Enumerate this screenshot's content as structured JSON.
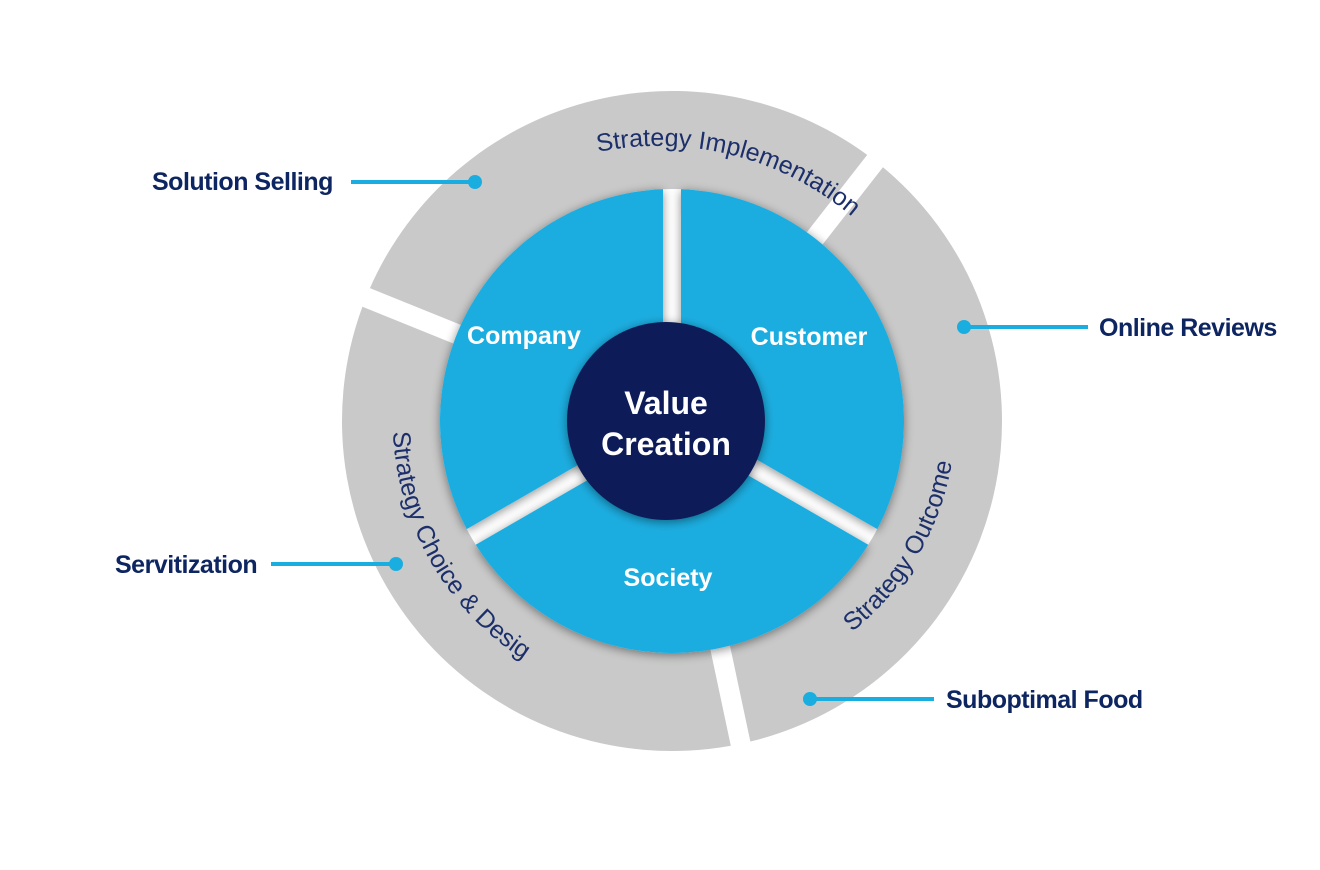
{
  "colors": {
    "outer_ring": "#c8c9c8",
    "segment": "#1aade0",
    "core": "#0b1f58",
    "callout_line": "#1aade0",
    "callout_text": "#0d2560",
    "ring_text": "#1c2f6b"
  },
  "core": {
    "line1": "Value",
    "line2": "Creation"
  },
  "segments": [
    {
      "label": "Company"
    },
    {
      "label": "Customer"
    },
    {
      "label": "Society"
    }
  ],
  "outer_ring": [
    {
      "label": "Strategy Implementation"
    },
    {
      "label": "Strategy Outcomes"
    },
    {
      "label": "Strategy Choice & Design"
    }
  ],
  "callouts": [
    {
      "label": "Solution Selling"
    },
    {
      "label": "Online Reviews"
    },
    {
      "label": "Servitization"
    },
    {
      "label": "Suboptimal Food"
    }
  ]
}
